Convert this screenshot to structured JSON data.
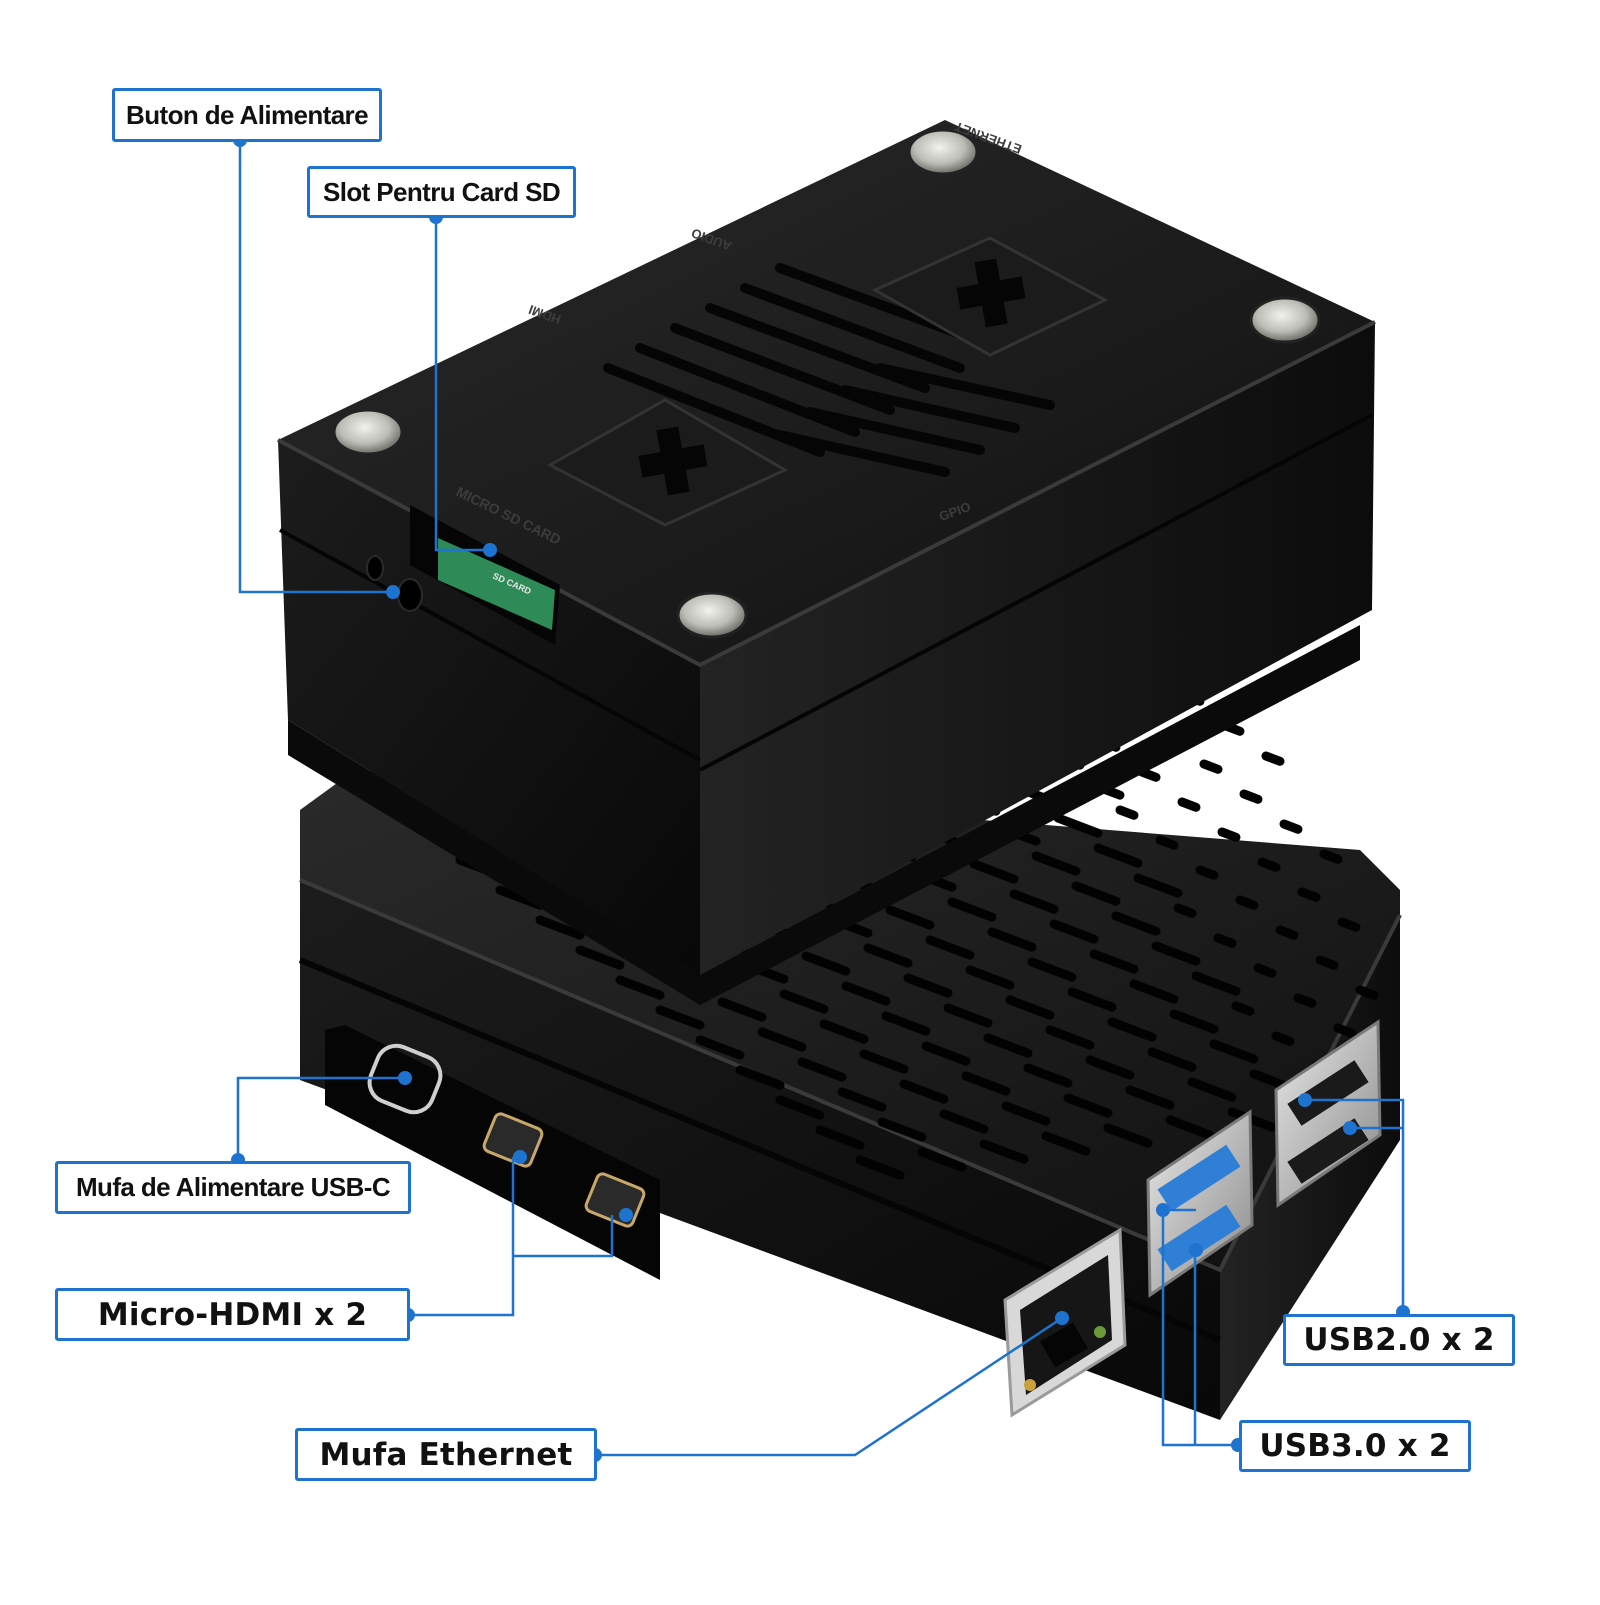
{
  "callouts": {
    "power_button": "Buton de Alimentare",
    "sd_slot": "Slot Pentru Card SD",
    "usb_c_power": "Mufa de Alimentare USB-C",
    "micro_hdmi": "Micro-HDMI x 2",
    "ethernet": "Mufa Ethernet",
    "usb2": "USB2.0 x 2",
    "usb3": "USB3.0 x 2"
  },
  "case_labels": {
    "ethernet": "ETHERNET",
    "audio": "AUDIO",
    "hdmi": "HDMI",
    "gpio": "GPIO",
    "micro_sd_card": "MICRO SD CARD",
    "sd_card": "SD CARD"
  },
  "colors": {
    "accent": "#1e73cf",
    "case": "#141414",
    "usb3_blue": "#2f7fd6",
    "background": "#ffffff"
  }
}
